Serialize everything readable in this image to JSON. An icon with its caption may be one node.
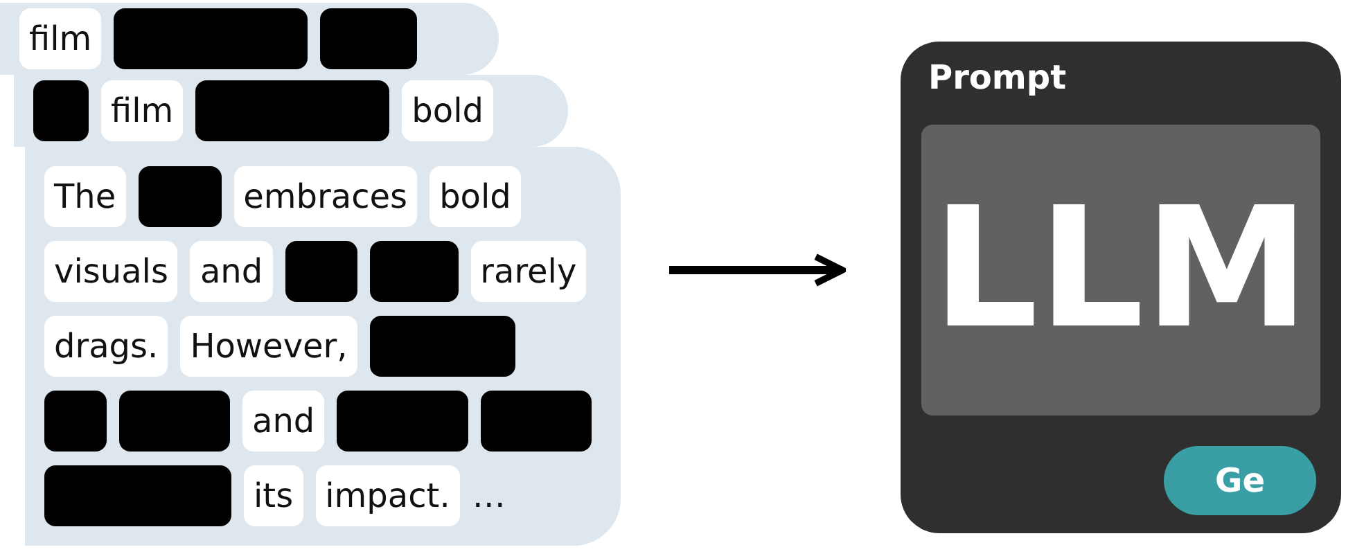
{
  "diagram": {
    "nodes": [
      {
        "text": [],
        "shape": "box"
      },
      {
        "text": [
          "film"
        ],
        "in": 0
      },
      {
        "text": [],
        "shape": "box",
        "in": 0
      },
      {
        "text": [],
        "shape": "box",
        "in": 0
      },
      {
        "text": [],
        "shape": "box"
      },
      {
        "text": [],
        "shape": "box",
        "in": 4
      },
      {
        "text": [
          "film"
        ],
        "in": 4
      },
      {
        "text": [],
        "shape": "box",
        "in": 4
      },
      {
        "text": [
          "bold"
        ],
        "in": 4
      },
      {
        "text": [],
        "shape": "box"
      },
      {
        "text": [
          "The"
        ],
        "in": 9
      },
      {
        "text": [],
        "shape": "box",
        "in": 9
      },
      {
        "text": [
          "embraces"
        ],
        "in": 9
      },
      {
        "text": [
          "bold"
        ],
        "in": 9
      },
      {
        "text": [
          "visuals"
        ],
        "in": 9
      },
      {
        "text": [
          "and"
        ],
        "in": 9
      },
      {
        "text": [],
        "shape": "box",
        "in": 9
      },
      {
        "text": [],
        "shape": "box",
        "in": 9
      },
      {
        "text": [
          "rarely"
        ],
        "in": 9
      },
      {
        "text": [
          "drags."
        ],
        "in": 9
      },
      {
        "text": [
          "However,"
        ],
        "in": 9
      },
      {
        "text": [],
        "shape": "box",
        "in": 9
      },
      {
        "text": [],
        "shape": "box",
        "in": 9
      },
      {
        "text": [],
        "shape": "box",
        "in": 9
      },
      {
        "text": [
          "and"
        ],
        "in": 9
      },
      {
        "text": [],
        "shape": "box",
        "in": 9
      },
      {
        "text": [],
        "shape": "box",
        "in": 9
      },
      {
        "text": [],
        "shape": "box",
        "in": 9
      },
      {
        "text": [
          "its"
        ],
        "in": 9
      },
      {
        "text": [
          "impact."
        ],
        "in": 9
      },
      {
        "text": [
          "Prompt"
        ]
      },
      {
        "text": [
          "LLM"
        ],
        "in": 30
      },
      {
        "text": [
          "Ge"
        ],
        "in": 30
      }
    ],
    "edges": [
      {
        "from": 9,
        "to": 30,
        "arrow": "to"
      }
    ],
    "labels": [
      "…"
    ]
  }
}
